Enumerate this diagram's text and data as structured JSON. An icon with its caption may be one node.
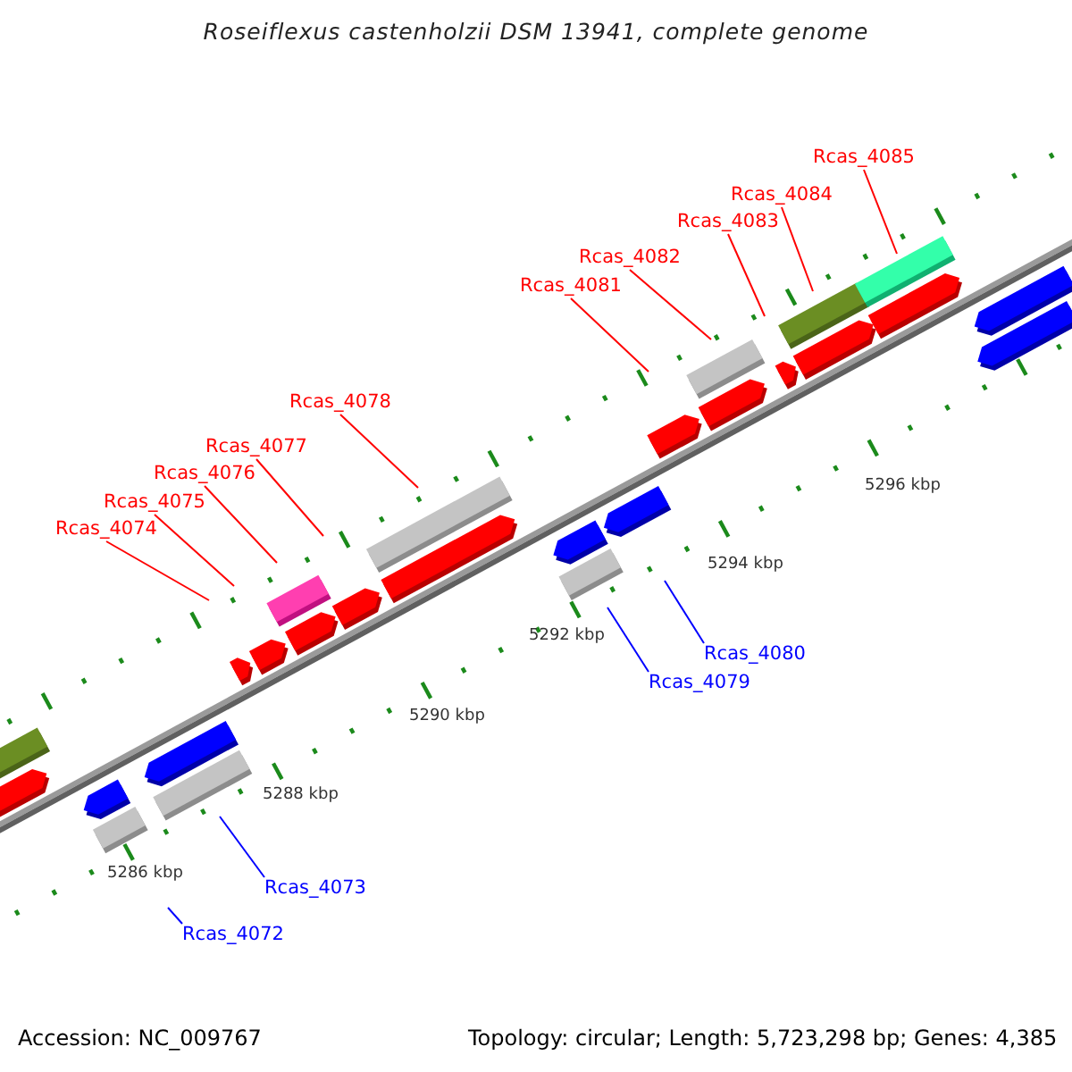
{
  "diagram": {
    "title": "Roseiflexus castenholzii DSM 13941, complete genome",
    "nodes": [
      {
        "text": [
          "Rcas_4085"
        ]
      },
      {
        "text": [
          "Rcas_4084"
        ]
      },
      {
        "text": [
          "Rcas_4083"
        ]
      },
      {
        "text": [
          "Rcas_4082"
        ]
      },
      {
        "text": [
          "Rcas_4081"
        ]
      },
      {
        "text": [
          "Rcas_4078"
        ]
      },
      {
        "text": [
          "Rcas_4077"
        ]
      },
      {
        "text": [
          "Rcas_4076"
        ]
      },
      {
        "text": [
          "Rcas_4075"
        ]
      },
      {
        "text": [
          "Rcas_4074"
        ]
      },
      {
        "text": [
          "Rcas_4080"
        ]
      },
      {
        "text": [
          "Rcas_4079"
        ]
      },
      {
        "text": [
          "Rcas_4073"
        ]
      },
      {
        "text": [
          "Rcas_4072"
        ]
      }
    ],
    "edges": [
      {
        "from": 0,
        "to": null,
        "arrow": "none"
      },
      {
        "from": 1,
        "to": null,
        "arrow": "none"
      },
      {
        "from": 2,
        "to": null,
        "arrow": "none"
      },
      {
        "from": 3,
        "to": null,
        "arrow": "none"
      },
      {
        "from": 4,
        "to": null,
        "arrow": "none"
      },
      {
        "from": 5,
        "to": null,
        "arrow": "none"
      },
      {
        "from": 6,
        "to": null,
        "arrow": "none"
      },
      {
        "from": 7,
        "to": null,
        "arrow": "none"
      },
      {
        "from": 8,
        "to": null,
        "arrow": "none"
      },
      {
        "from": 9,
        "to": null,
        "arrow": "none"
      },
      {
        "from": 10,
        "to": null,
        "arrow": "none",
        "color": "#0000ff"
      },
      {
        "from": 11,
        "to": null,
        "arrow": "none",
        "color": "#0000ff"
      },
      {
        "from": 12,
        "to": null,
        "arrow": "none",
        "color": "#0000ff"
      },
      {
        "from": 13,
        "to": null,
        "arrow": "none",
        "color": "#0000ff"
      }
    ],
    "labels": [
      "5296 kbp",
      "5294 kbp",
      "5292 kbp",
      "5290 kbp",
      "5288 kbp",
      "5286 kbp",
      "Accession: NC_009767",
      "Topology: circular; Length: 5,723,298 bp; Genes: 4,385"
    ]
  }
}
